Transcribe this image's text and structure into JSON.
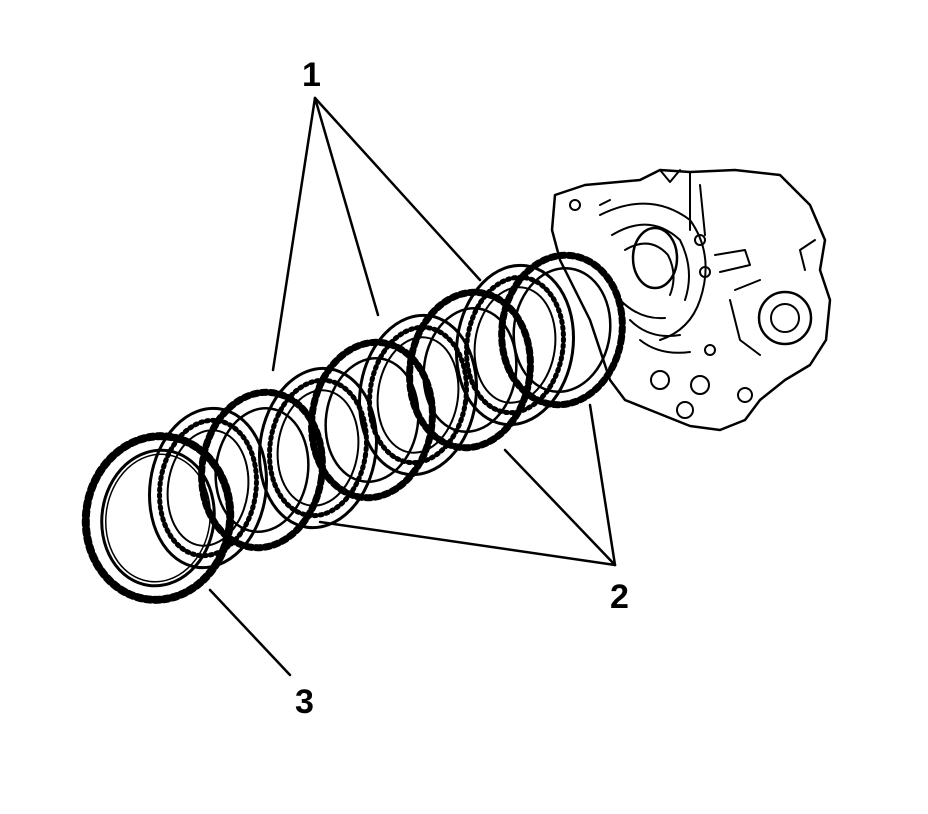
{
  "diagram": {
    "colors": {
      "line": "#000000",
      "background": "#ffffff"
    },
    "callouts": [
      {
        "id": "1",
        "label": "1"
      },
      {
        "id": "2",
        "label": "2"
      },
      {
        "id": "3",
        "label": "3"
      }
    ]
  }
}
